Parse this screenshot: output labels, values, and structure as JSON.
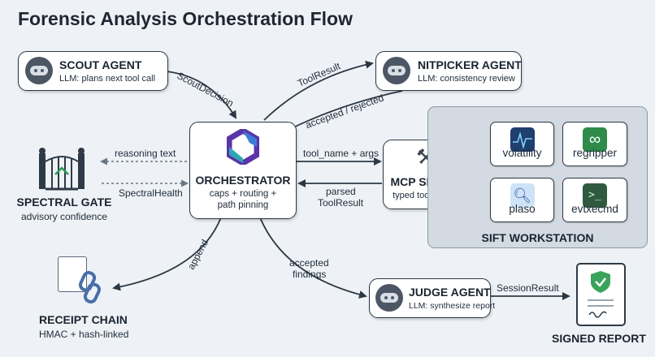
{
  "title": "Forensic Analysis Orchestration Flow",
  "scout": {
    "name": "SCOUT AGENT",
    "sub": "LLM: plans next tool call"
  },
  "nitpicker": {
    "name": "NITPICKER AGENT",
    "sub": "LLM: consistency review"
  },
  "orchestrator": {
    "name": "ORCHESTRATOR",
    "sub1": "caps + routing +",
    "sub2": "path pinning"
  },
  "mcp": {
    "name": "MCP SERVER",
    "sub": "typed tool surface"
  },
  "judge": {
    "name": "JUDGE AGENT",
    "sub": "LLM: synthesize report"
  },
  "spectral": {
    "name": "SPECTRAL GATE",
    "sub": "advisory confidence"
  },
  "receipt": {
    "name": "RECEIPT CHAIN",
    "sub": "HMAC + hash-linked"
  },
  "report": {
    "name": "SIGNED REPORT"
  },
  "sift": {
    "label": "SIFT WORKSTATION",
    "tools": [
      "volatility",
      "regripper",
      "plaso",
      "evtxecmd"
    ]
  },
  "edges": {
    "scout_decision": "ScoutDecision",
    "tool_result": "ToolResult",
    "accepted_rejected": "accepted / rejected",
    "reasoning_text": "reasoning text",
    "spectral_health": "SpectralHealth",
    "tool_name_args": "tool_name + args",
    "parsed": "parsed",
    "parsed_tool_result": "ToolResult",
    "append": "append",
    "accepted": "accepted",
    "findings": "findings",
    "session_result": "SessionResult"
  },
  "colors": {
    "background": "#eef2f6",
    "orchestrator_hex": "#6a3fb5",
    "volatility_icon": "#1f3f6e",
    "regripper_icon": "#2e8b4a",
    "evtxecmd_icon": "#2f5a3f",
    "receipt_chain": "#4a6ea8",
    "report_shield": "#3aa35a"
  }
}
